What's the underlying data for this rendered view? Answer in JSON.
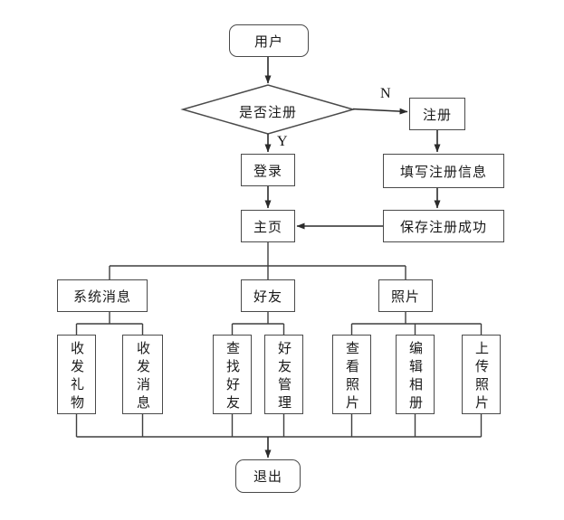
{
  "diagram": {
    "type": "flowchart",
    "title": "user registration / home-page feature flowchart",
    "colors": {
      "background": "#ffffff",
      "line": "#3f3f3f",
      "box_border": "#4a4a4a",
      "text": "#1a1a1a"
    },
    "nodes": {
      "user": {
        "label": "用户",
        "shape": "terminator"
      },
      "decision": {
        "label": "是否注册",
        "shape": "decision"
      },
      "register": {
        "label": "注册",
        "shape": "process"
      },
      "login": {
        "label": "登录",
        "shape": "process"
      },
      "fill_info": {
        "label": "填写注册信息",
        "shape": "process"
      },
      "home": {
        "label": "主页",
        "shape": "process"
      },
      "save_success": {
        "label": "保存注册成功",
        "shape": "process"
      },
      "system_messages": {
        "label": "系统消息",
        "shape": "process"
      },
      "friends": {
        "label": "好友",
        "shape": "process"
      },
      "photos": {
        "label": "照片",
        "shape": "process"
      },
      "gifts": {
        "label": "收发礼物",
        "shape": "process-vertical"
      },
      "messages": {
        "label": "收发消息",
        "shape": "process-vertical"
      },
      "find_friends": {
        "label": "查找好友",
        "shape": "process-vertical"
      },
      "friend_mgmt": {
        "label": "好友管理",
        "shape": "process-vertical"
      },
      "view_photos": {
        "label": "查看照片",
        "shape": "process-vertical"
      },
      "edit_album": {
        "label": "编辑相册",
        "shape": "process-vertical"
      },
      "upload_photos": {
        "label": "上传照片",
        "shape": "process-vertical"
      },
      "exit": {
        "label": "退出",
        "shape": "terminator"
      }
    },
    "edge_labels": {
      "no": "N",
      "yes": "Y"
    },
    "edges": [
      {
        "from": "用户",
        "to": "是否注册",
        "label": ""
      },
      {
        "from": "是否注册",
        "to": "注册",
        "label": "N"
      },
      {
        "from": "是否注册",
        "to": "登录",
        "label": "Y"
      },
      {
        "from": "注册",
        "to": "填写注册信息",
        "label": ""
      },
      {
        "from": "填写注册信息",
        "to": "保存注册成功",
        "label": ""
      },
      {
        "from": "保存注册成功",
        "to": "主页",
        "label": ""
      },
      {
        "from": "登录",
        "to": "主页",
        "label": ""
      },
      {
        "from": "主页",
        "to": "系统消息",
        "label": ""
      },
      {
        "from": "主页",
        "to": "好友",
        "label": ""
      },
      {
        "from": "主页",
        "to": "照片",
        "label": ""
      },
      {
        "from": "系统消息",
        "to": "收发礼物",
        "label": ""
      },
      {
        "from": "系统消息",
        "to": "收发消息",
        "label": ""
      },
      {
        "from": "好友",
        "to": "查找好友",
        "label": ""
      },
      {
        "from": "好友",
        "to": "好友管理",
        "label": ""
      },
      {
        "from": "照片",
        "to": "查看照片",
        "label": ""
      },
      {
        "from": "照片",
        "to": "编辑相册",
        "label": ""
      },
      {
        "from": "照片",
        "to": "上传照片",
        "label": ""
      },
      {
        "from": "收发礼物/收发消息/查找好友/好友管理/查看照片/编辑相册/上传照片",
        "to": "退出",
        "label": ""
      }
    ]
  }
}
